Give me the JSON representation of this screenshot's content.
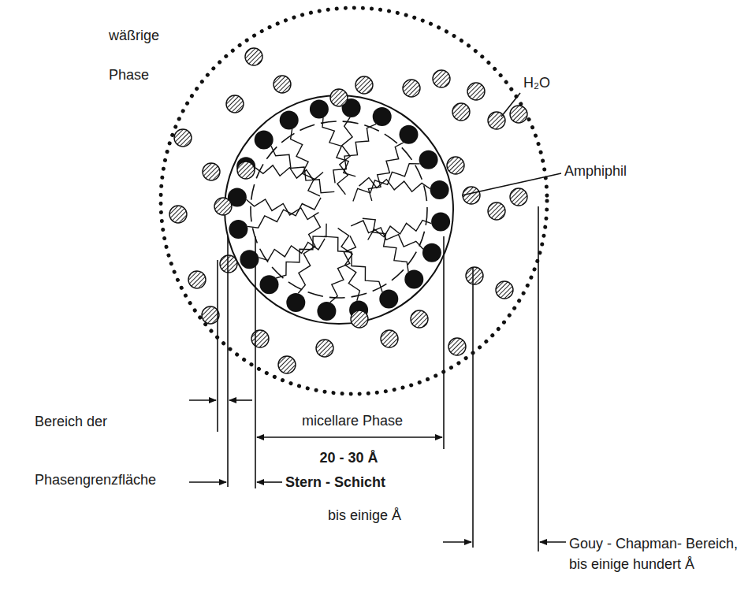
{
  "diagram": {
    "labels": [
      "wäßrige Phase",
      "H₂O",
      "Amphiphil",
      "Bereich der Phasengrenzfläche",
      "micellare Phase",
      "20 - 30 Å",
      "Stern - Schicht",
      "bis einige Å",
      "Gouy - Chapman- Bereich, bis einige hundert Å"
    ]
  }
}
